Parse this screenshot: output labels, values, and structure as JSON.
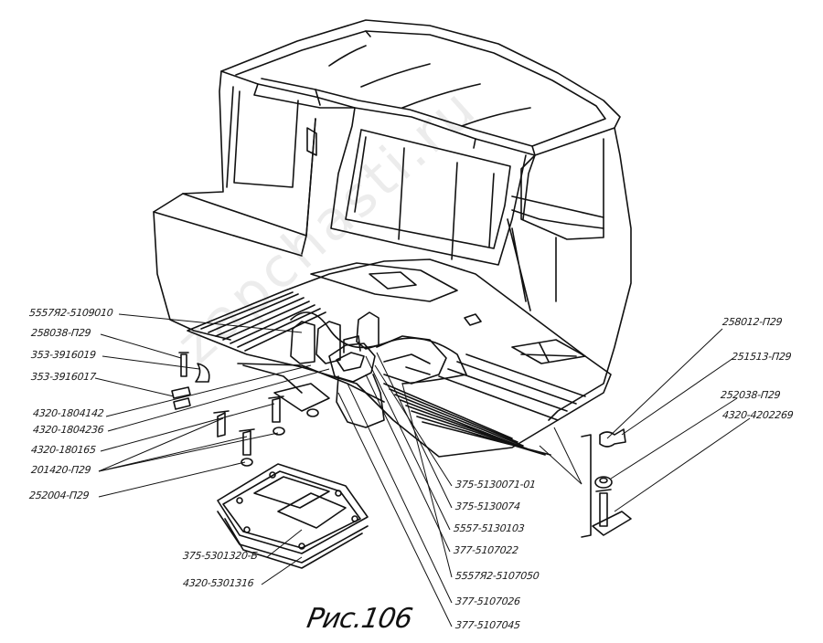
{
  "caption": "Рис.106",
  "watermark": "zapchasti.ru",
  "labels_left": [
    {
      "id": "l1",
      "text": "5557Я2-5109010"
    },
    {
      "id": "l2",
      "text": "258038-П29"
    },
    {
      "id": "l3",
      "text": "353-3916019"
    },
    {
      "id": "l4",
      "text": "353-3916017"
    },
    {
      "id": "l5",
      "text": "4320-1804142"
    },
    {
      "id": "l6",
      "text": "4320-1804236"
    },
    {
      "id": "l7",
      "text": "4320-180165"
    },
    {
      "id": "l8",
      "text": "201420-П29"
    },
    {
      "id": "l9",
      "text": "252004-П29"
    },
    {
      "id": "l10",
      "text": "375-5301320-Б"
    },
    {
      "id": "l11",
      "text": "4320-5301316"
    }
  ],
  "labels_center": [
    {
      "id": "c1",
      "text": "375-5130071-01"
    },
    {
      "id": "c2",
      "text": "375-5130074"
    },
    {
      "id": "c3",
      "text": "5557-5130103"
    },
    {
      "id": "c4",
      "text": "377-5107022"
    },
    {
      "id": "c5",
      "text": "5557Я2-5107050"
    },
    {
      "id": "c6",
      "text": "377-5107026"
    },
    {
      "id": "c7",
      "text": "377-5107045"
    }
  ],
  "labels_right": [
    {
      "id": "r1",
      "text": "258012-П29"
    },
    {
      "id": "r2",
      "text": "251513-П29"
    },
    {
      "id": "r3",
      "text": "252038-П29"
    },
    {
      "id": "r4",
      "text": "4320-4202269"
    }
  ]
}
